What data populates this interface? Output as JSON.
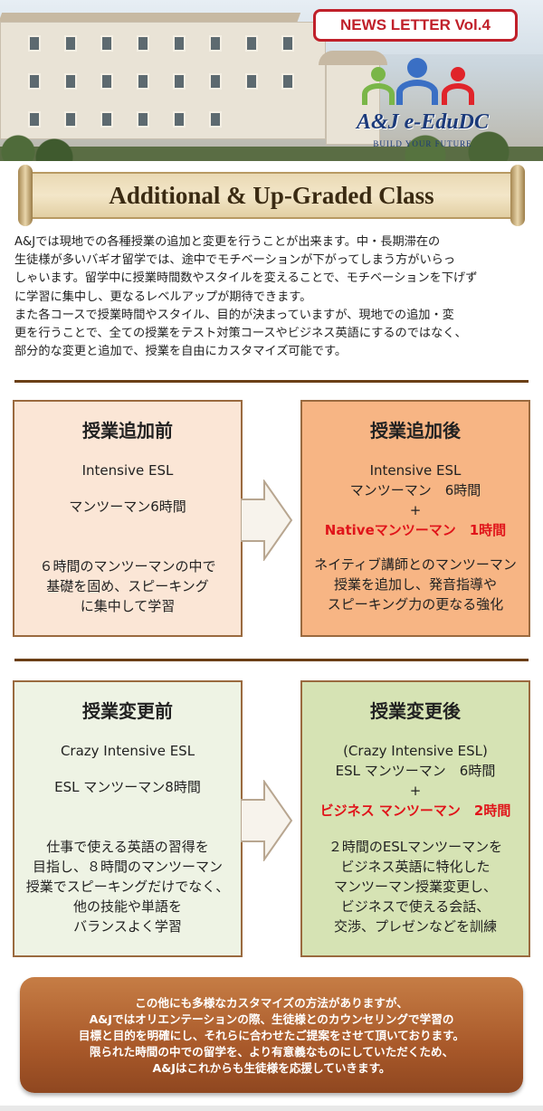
{
  "header": {
    "news_label": "NEWS LETTER Vol.4",
    "logo_text": "A&J e-EduDC",
    "logo_tagline": "BUILD YOUR FUTURE",
    "logo_colors": [
      "#7ab648",
      "#3a6fc4",
      "#e0242a"
    ]
  },
  "title": "Additional & Up-Graded Class",
  "intro": [
    "A&Jでは現地での各種授業の追加と変更を行うことが出来ます。中・長期滞在の",
    "生徒様が多いバギオ留学では、途中でモチベーションが下がってしまう方がいらっ",
    "しゃいます。留学中に授業時間数やスタイルを変えることで、モチベーションを下げず",
    "に学習に集中し、更なるレベルアップが期待できます。",
    "また各コースで授業時間やスタイル、目的が決まっていますが、現地での追加・変",
    "更を行うことで、全ての授業をテスト対策コースやビジネス英語にするのではなく、",
    "部分的な変更と追加で、授業を自由にカスタマイズ可能です。"
  ],
  "addition": {
    "before": {
      "title": "授業追加前",
      "course": "Intensive ESL",
      "detail": "マンツーマン6時間",
      "desc": [
        "６時間のマンツーマンの中で",
        "基礎を固め、スピーキング",
        "に集中して学習"
      ]
    },
    "after": {
      "title": "授業追加後",
      "course": "Intensive ESL",
      "detail": "マンツーマン　6時間",
      "plus": "+",
      "added": "Nativeマンツーマン　1時間",
      "desc": [
        "ネイティブ講師とのマンツーマン",
        "授業を追加し、発音指導や",
        "スピーキング力の更なる強化"
      ]
    }
  },
  "change": {
    "before": {
      "title": "授業変更前",
      "course": "Crazy Intensive ESL",
      "detail": "ESL マンツーマン8時間",
      "desc": [
        "仕事で使える英語の習得を",
        "目指し、８時間のマンツーマン",
        "授業でスピーキングだけでなく、",
        "他の技能や単語を",
        "バランスよく学習"
      ]
    },
    "after": {
      "title": "授業変更後",
      "course": "(Crazy Intensive ESL)",
      "detail": "ESL マンツーマン　6時間",
      "plus": "+",
      "added": "ビジネス マンツーマン　2時間",
      "desc": [
        "２時間のESLマンツーマンを",
        "ビジネス英語に特化した",
        "マンツーマン授業変更し、",
        "ビジネスで使える会話、",
        "交渉、プレゼンなどを訓練"
      ]
    }
  },
  "footer": [
    "この他にも多様なカスタマイズの方法がありますが、",
    "A&Jではオリエンテーションの際、生徒様とのカウンセリングで学習の",
    "目標と目的を明確にし、それらに合わせたご提案をさせて頂いております。",
    "限られた時間の中での留学を、より有意義なものにしていただくため、",
    "A&Jはこれからも生徒様を応援していきます。"
  ]
}
